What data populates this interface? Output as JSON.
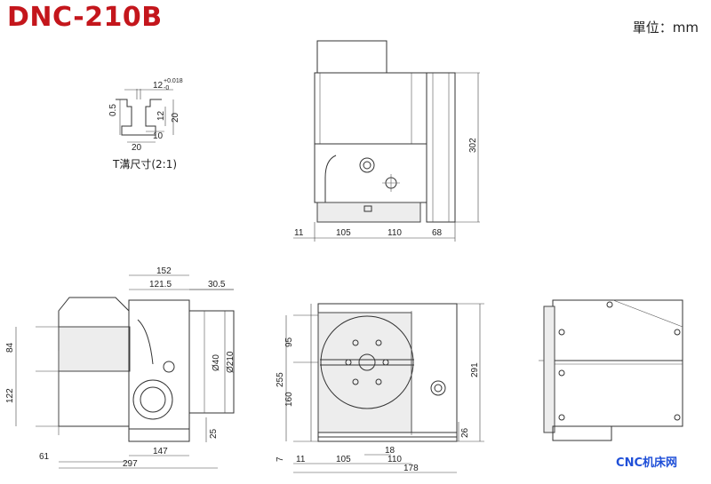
{
  "title": "DNC-210B",
  "unit_label": "單位：mm",
  "tslot_label": "T溝尺寸(2:1)",
  "watermark": "CNC机床网",
  "dims": {
    "tslot_width": "12",
    "tslot_tol_upper": "+0.018",
    "tslot_tol_lower": "-0",
    "tslot_05": "0.5",
    "tslot_12": "12",
    "tslot_20v": "20",
    "tslot_10": "10",
    "tslot_20h": "20",
    "top_302": "302",
    "top_11": "11",
    "top_105": "105",
    "top_110": "110",
    "top_68": "68",
    "side_152": "152",
    "side_121_5": "121.5",
    "side_30_5": "30.5",
    "side_84": "84",
    "side_122": "122",
    "side_40": "Ø40",
    "side_210": "Ø210",
    "side_25": "25",
    "side_147": "147",
    "side_61": "61",
    "side_297": "297",
    "front_95": "95",
    "front_255": "255",
    "front_160": "160",
    "front_291": "291",
    "front_26": "26",
    "front_7": "7",
    "front_11": "11",
    "front_105": "105",
    "front_18": "18",
    "front_110": "110",
    "front_178": "178"
  }
}
